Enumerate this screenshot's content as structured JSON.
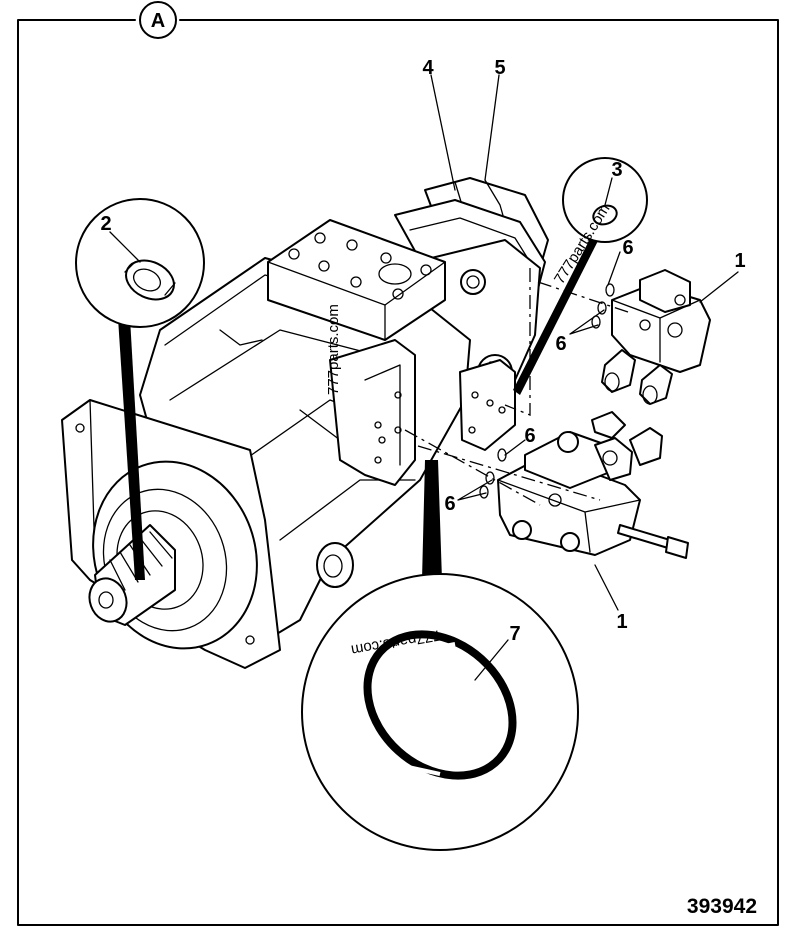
{
  "view_label": "A",
  "reference_number": "393942",
  "watermarks": [
    "777parts.com",
    "777parts.com",
    "777parts.com"
  ],
  "callouts": {
    "c1a": "1",
    "c1b": "1",
    "c2": "2",
    "c3": "3",
    "c4": "4",
    "c5": "5",
    "c6a": "6",
    "c6b": "6",
    "c6c": "6",
    "c6d": "6",
    "c7": "7"
  }
}
